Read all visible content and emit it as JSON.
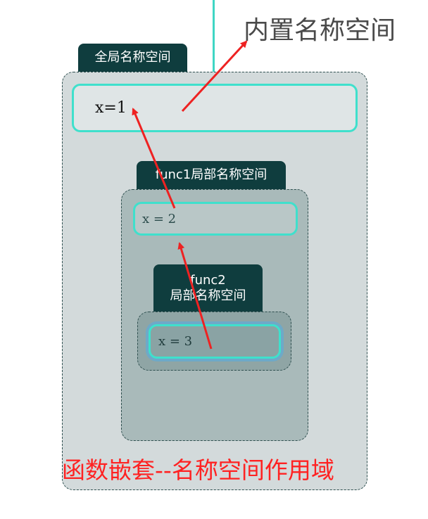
{
  "builtin_namespace": {
    "label": "内置名称空间"
  },
  "global_namespace": {
    "tab_label": "全局名称空间",
    "value_text": "x=1"
  },
  "func1_namespace": {
    "tab_label": "func1局部名称空间",
    "value_text": "x = 2"
  },
  "func2_namespace": {
    "tab_line1": "func2",
    "tab_line2": "局部名称空间",
    "value_text": "x = 3"
  },
  "caption": {
    "text": "函数嵌套--名称空间作用域"
  },
  "colors": {
    "connector": "#3fd6c4",
    "box_border": "#3fe0cc",
    "tab_bg": "#0f3d3e",
    "arrow": "#ee2222",
    "caption": "#ff2222"
  }
}
